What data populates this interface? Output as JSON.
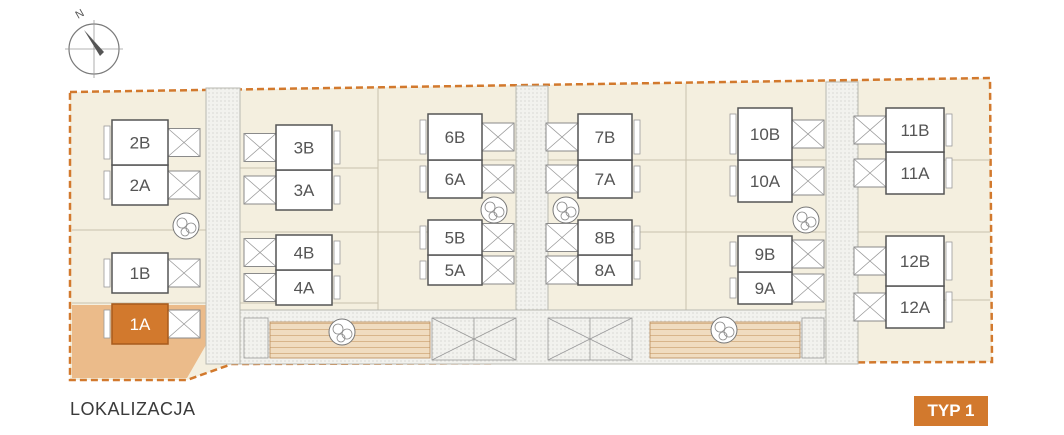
{
  "compass": {
    "north_letter": "N"
  },
  "caption": "LOKALIZACJA",
  "type_badge": "TYP 1",
  "colors": {
    "accent": "#d2792d",
    "site_fill": "#f4efdf",
    "unit_border": "#555555",
    "highlight_area": "#e9b27b"
  },
  "units": [
    "1A",
    "1B",
    "2A",
    "2B",
    "3A",
    "3B",
    "4A",
    "4B",
    "5A",
    "5B",
    "6A",
    "6B",
    "7A",
    "7B",
    "8A",
    "8B",
    "9A",
    "9B",
    "10A",
    "10B",
    "11A",
    "11B",
    "12A",
    "12B"
  ],
  "selected_unit": "1A"
}
